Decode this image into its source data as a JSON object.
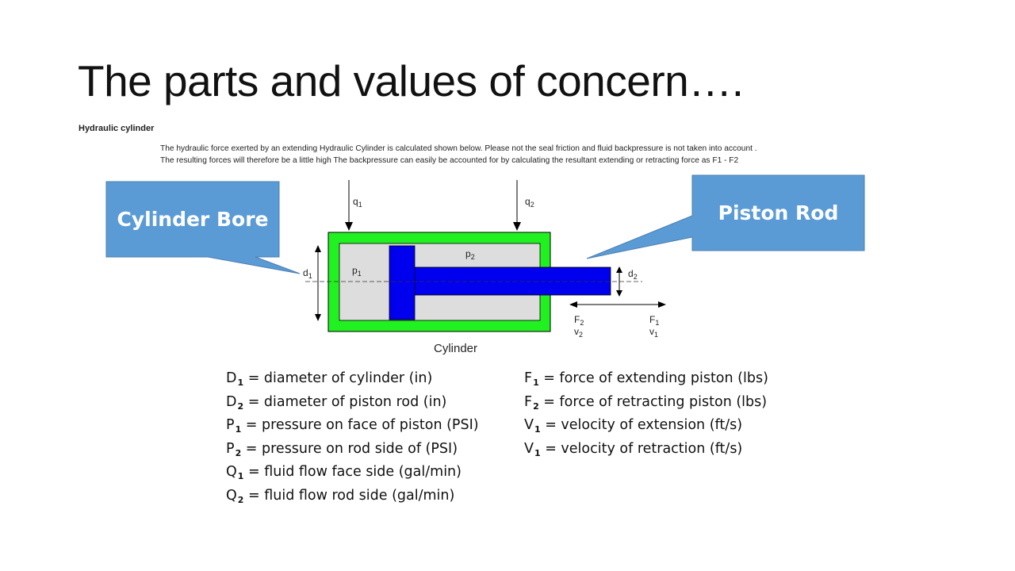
{
  "title": "The parts and values of concern….",
  "section_heading": "Hydraulic cylinder",
  "description": {
    "line1": "The hydraulic force exerted by an extending Hydraulic Cylinder is calculated shown below.    Please not the seal friction and fluid backpressure is not taken into account .",
    "line2_text": "The resulting forces will therefore be a little high    The backpressure can easily be accounted for by calculating the resultant extending or retracting force as",
    "line2_formula": "F1 - F2"
  },
  "callouts": {
    "left": "Cylinder Bore",
    "right": "Piston Rod"
  },
  "diagram_labels": {
    "q1": "q1",
    "q2": "q2",
    "p1": "p1",
    "p2": "p2",
    "d1": "d1",
    "d2": "d2",
    "F2": "F2",
    "v2": "v2",
    "F1": "F1",
    "v1": "v1",
    "caption": "Cylinder"
  },
  "colors": {
    "cylinder_wall": "#21f021",
    "piston": "#0000ee",
    "chamber": "#dddddd",
    "callout_fill": "#5b9bd5"
  },
  "definitions_left": [
    {
      "sym": "D",
      "sub": "1",
      "text": " = diameter of cylinder (in)"
    },
    {
      "sym": "D",
      "sub": "2",
      "text": " = diameter of piston rod (in)"
    },
    {
      "sym": "P",
      "sub": "1",
      "text": " = pressure on face of piston (PSI)"
    },
    {
      "sym": "P",
      "sub": "2",
      "text": " = pressure on rod side of (PSI)"
    },
    {
      "sym": "Q",
      "sub": "1",
      "text": " = fluid flow face side (gal/min)"
    },
    {
      "sym": "Q",
      "sub": "2",
      "text": " = fluid flow rod side (gal/min)"
    }
  ],
  "definitions_right": [
    {
      "sym": "F",
      "sub": "1",
      "text": " = force of extending piston (lbs)"
    },
    {
      "sym": "F",
      "sub": "2",
      "text": " = force of retracting piston (lbs)"
    },
    {
      "sym": "V",
      "sub": "1",
      "text": " = velocity of extension  (ft/s)"
    },
    {
      "sym": "V",
      "sub": "1",
      "text": " = velocity of retraction (ft/s)"
    }
  ]
}
